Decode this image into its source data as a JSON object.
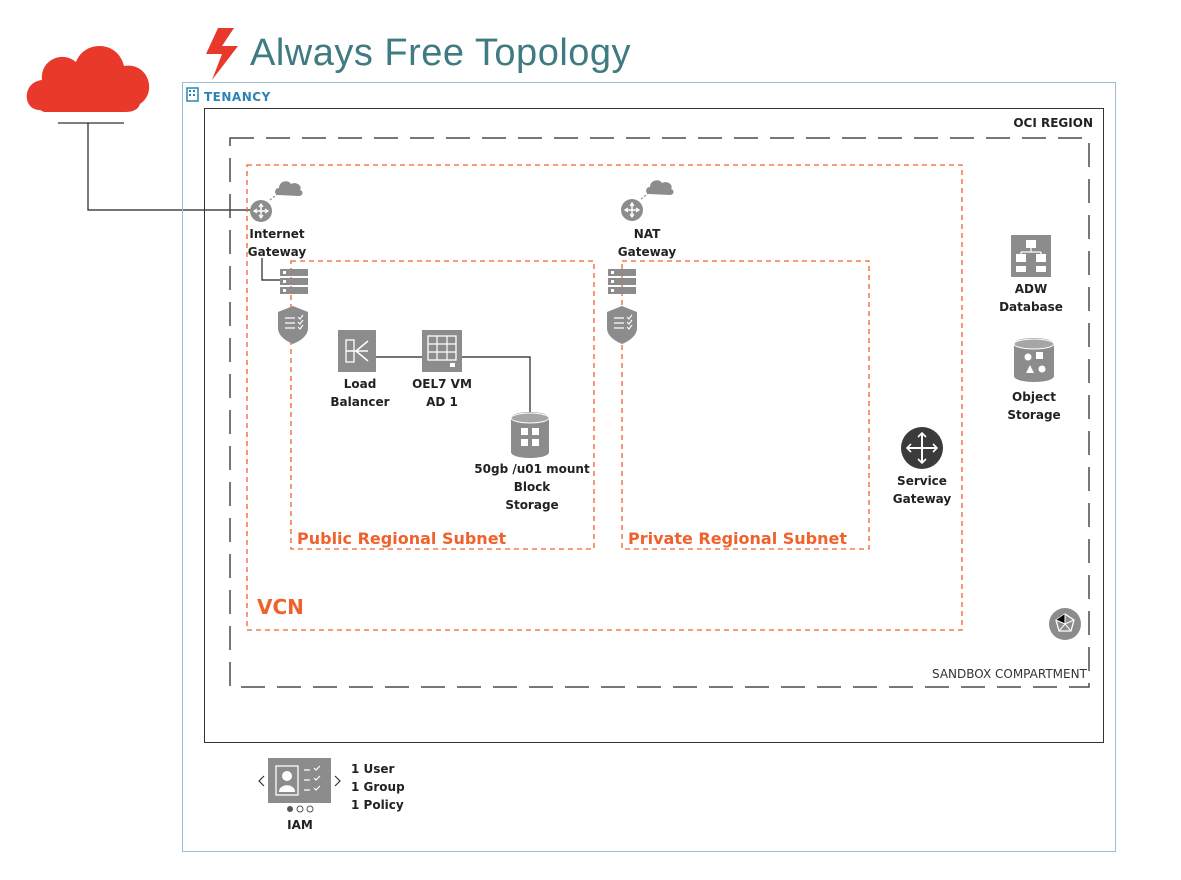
{
  "title": "Always Free Topology",
  "tenancy": {
    "label": "TENANCY"
  },
  "region": {
    "label": "OCI REGION"
  },
  "compartment": {
    "label": "SANDBOX COMPARTMENT"
  },
  "vcn": {
    "label": "VCN"
  },
  "subnets": {
    "public": "Public Regional Subnet",
    "private": "Private Regional Subnet"
  },
  "nodes": {
    "internet_gateway": [
      "Internet",
      "Gateway"
    ],
    "nat_gateway": [
      "NAT",
      "Gateway"
    ],
    "load_balancer": [
      "Load",
      "Balancer"
    ],
    "vm": [
      "OEL7 VM",
      "AD 1"
    ],
    "block_storage": [
      "50gb /u01 mount",
      "Block",
      "Storage"
    ],
    "service_gateway": [
      "Service",
      "Gateway"
    ],
    "adw": [
      "ADW",
      "Database"
    ],
    "object_storage": [
      "Object",
      "Storage"
    ]
  },
  "iam": {
    "label": "IAM",
    "items": [
      "1 User",
      "1 Group",
      "1 Policy"
    ]
  },
  "colors": {
    "title": "#3f7b80",
    "accent_orange": "#f0622b",
    "cloud_red": "#e8392a",
    "icon_gray": "#8c8c8c",
    "tenancy_blue": "#2d83b5"
  }
}
